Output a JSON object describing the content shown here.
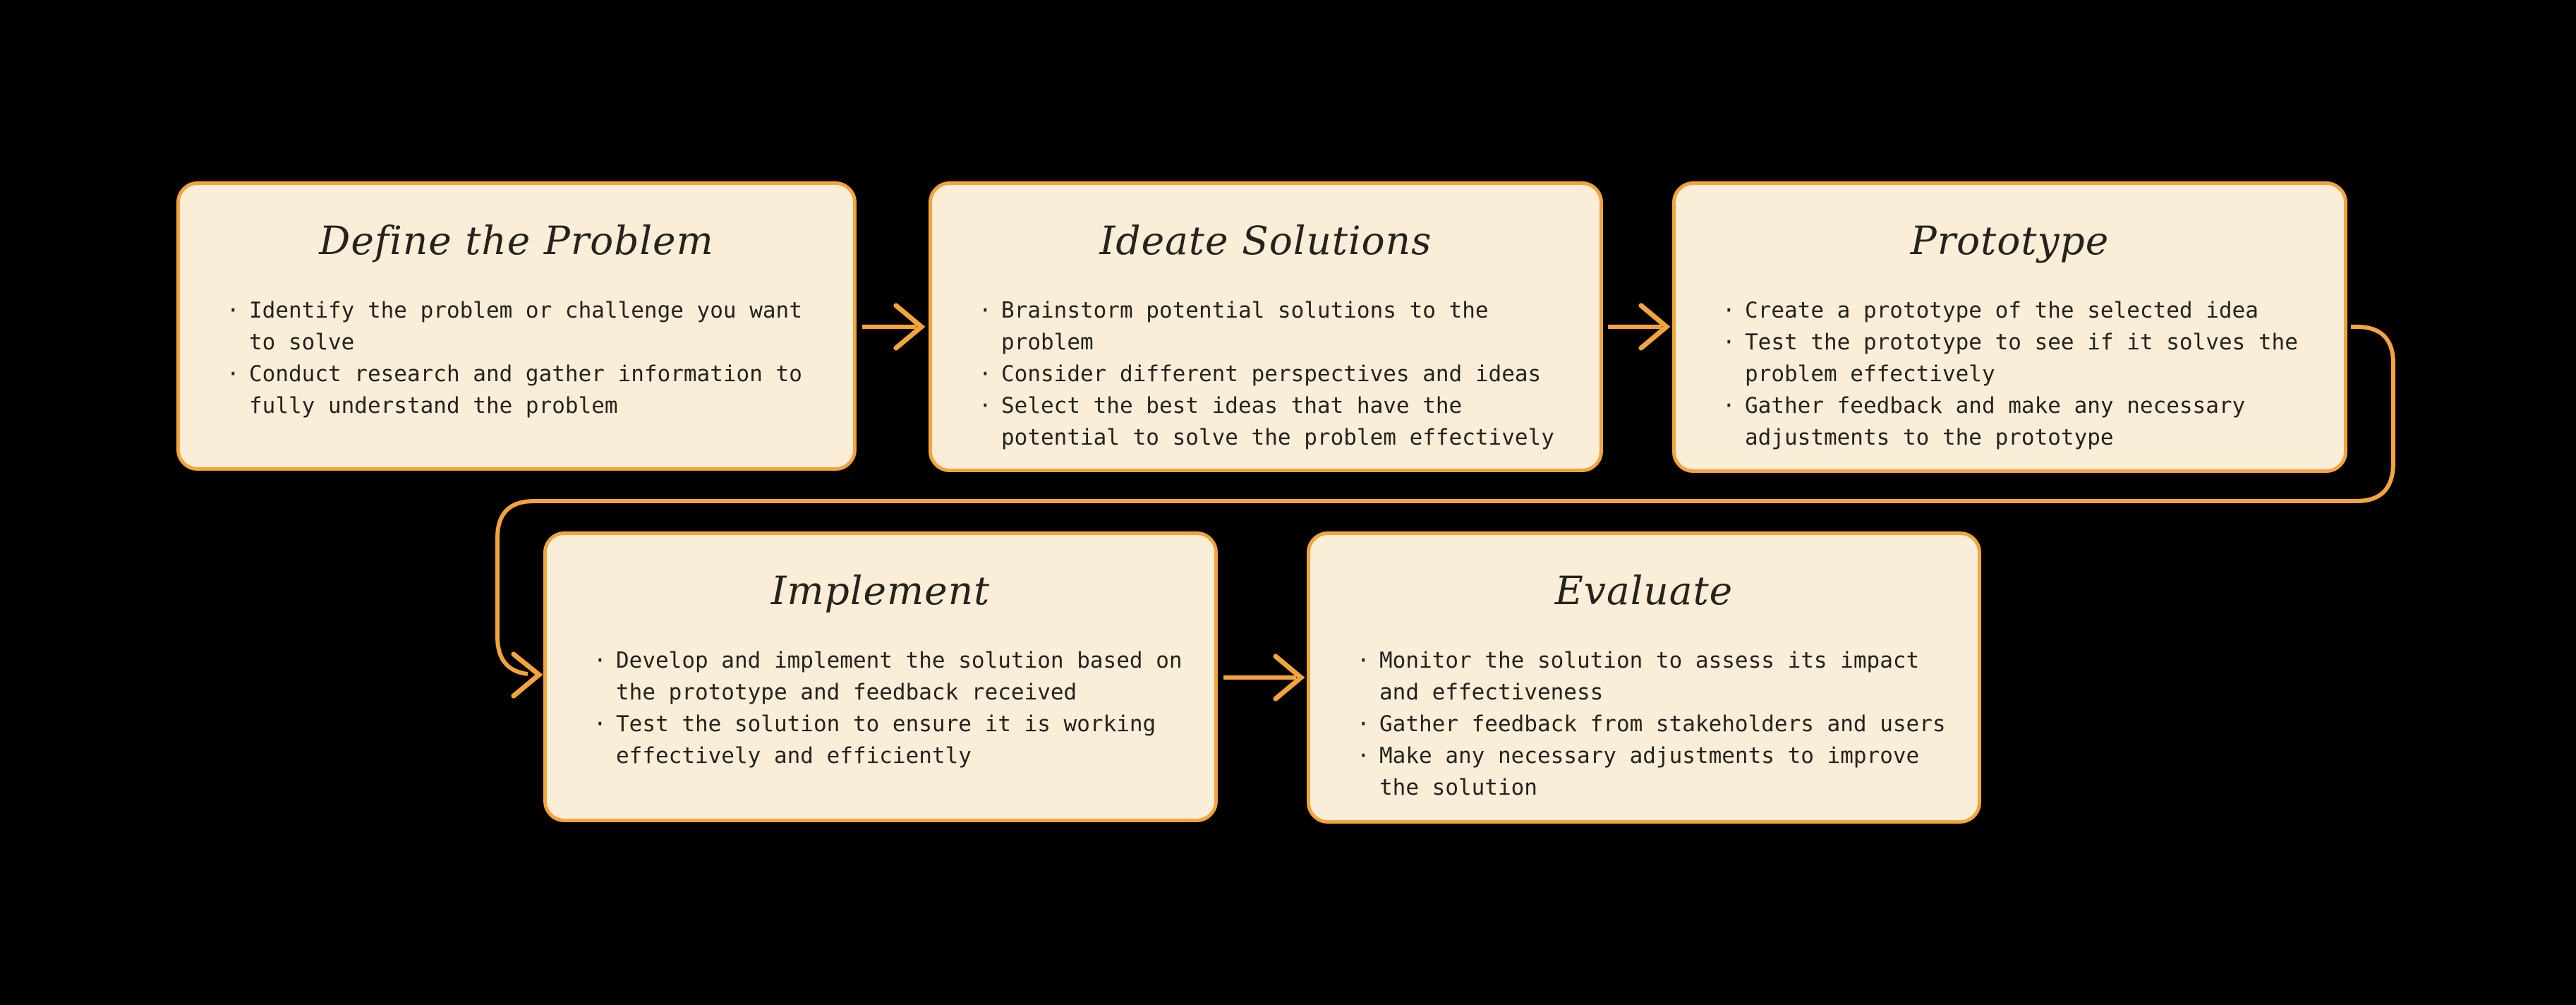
{
  "flowchart": {
    "background_color": "#000000",
    "node_fill_color": "#FBEED9",
    "node_border_color": "#F4A43C",
    "arrow_color": "#F4A43C",
    "text_color": "#26221C",
    "nodes": [
      {
        "id": "define-the-problem",
        "title": "Define the Problem",
        "bullets": [
          "Identify the problem or challenge you want\nto solve",
          "Conduct research and gather information to\nfully understand the problem"
        ]
      },
      {
        "id": "ideate-solutions",
        "title": "Ideate Solutions",
        "bullets": [
          "Brainstorm potential solutions to the\nproblem",
          "Consider different perspectives and ideas",
          "Select the best ideas that have the\npotential to solve the problem effectively"
        ]
      },
      {
        "id": "prototype",
        "title": "Prototype",
        "bullets": [
          "Create a prototype of the selected idea",
          "Test the prototype to see if it solves the\nproblem effectively",
          "Gather feedback and make any necessary\nadjustments to the prototype"
        ]
      },
      {
        "id": "implement",
        "title": "Implement",
        "bullets": [
          "Develop and implement the solution based on\nthe prototype and feedback received",
          "Test the solution to ensure it is working\neffectively and efficiently"
        ]
      },
      {
        "id": "evaluate",
        "title": "Evaluate",
        "bullets": [
          "Monitor the solution to assess its impact\nand effectiveness",
          "Gather feedback from stakeholders and users",
          "Make any necessary adjustments to improve\nthe solution"
        ]
      }
    ]
  }
}
